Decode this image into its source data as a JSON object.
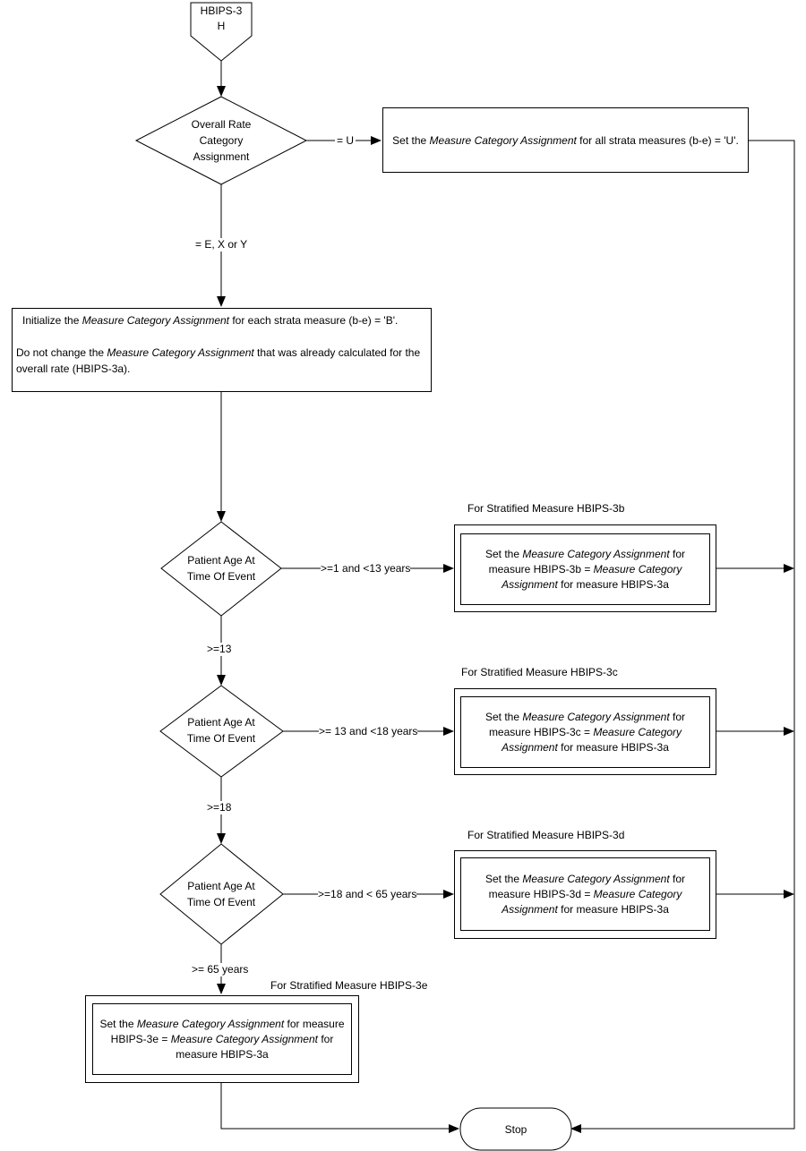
{
  "connector": {
    "line1": "HBIPS-3",
    "line2": "H"
  },
  "decision_overall": {
    "line1": "Overall Rate",
    "line2": "Category",
    "line3": "Assignment"
  },
  "edge_u": "= U",
  "box_u": {
    "pre": "Set the ",
    "em": "Measure Category Assignment",
    "post": "  for all strata measures (b-e) = 'U'."
  },
  "edge_exy": "= E, X or Y",
  "init_box": {
    "p1_pre": "Initialize the ",
    "p1_em": "Measure Category Assignment",
    "p1_post": " for each strata measure (b-e) = 'B'.",
    "p2_pre": "Do not change the ",
    "p2_em": "Measure Category Assignment",
    "p2_post": " that was already calculated for the overall rate (HBIPS-3a)."
  },
  "decisions": [
    {
      "line1": "Patient Age At",
      "line2": "Time Of Event"
    },
    {
      "line1": "Patient Age At",
      "line2": "Time Of Event"
    },
    {
      "line1": "Patient Age At",
      "line2": "Time Of Event"
    }
  ],
  "strata": [
    {
      "heading": "For Stratified Measure HBIPS-3b",
      "edge": ">=1 and <13 years",
      "t1": "Set the ",
      "e1": "Measure Category Assignment",
      "t2": " for measure HBIPS-3b = ",
      "e2": "Measure Category Assignment",
      "t3": " for measure  HBIPS-3a"
    },
    {
      "heading": "For Stratified Measure HBIPS-3c",
      "edge": ">= 13 and <18 years",
      "t1": "Set the ",
      "e1": "Measure Category Assignment",
      "t2": " for measure HBIPS-3c = ",
      "e2": " Measure Category Assignment",
      "t3": " for measure HBIPS-3a"
    },
    {
      "heading": "For Stratified Measure HBIPS-3d",
      "edge": ">=18 and < 65 years",
      "t1": "Set the ",
      "e1": "Measure Category Assignment",
      "t2": " for measure HBIPS-3d = ",
      "e2": "Measure Category Assignment",
      "t3": " for measure HBIPS-3a"
    }
  ],
  "down_edges": [
    ">=13",
    ">=18",
    ">= 65 years"
  ],
  "strata_e": {
    "heading": "For Stratified Measure HBIPS-3e",
    "t1": "Set the ",
    "e1": "Measure Category Assignment",
    "t2": " for measure HBIPS-3e = ",
    "e2": "Measure Category Assignment",
    "t3": " for measure HBIPS-3a"
  },
  "stop": "Stop"
}
